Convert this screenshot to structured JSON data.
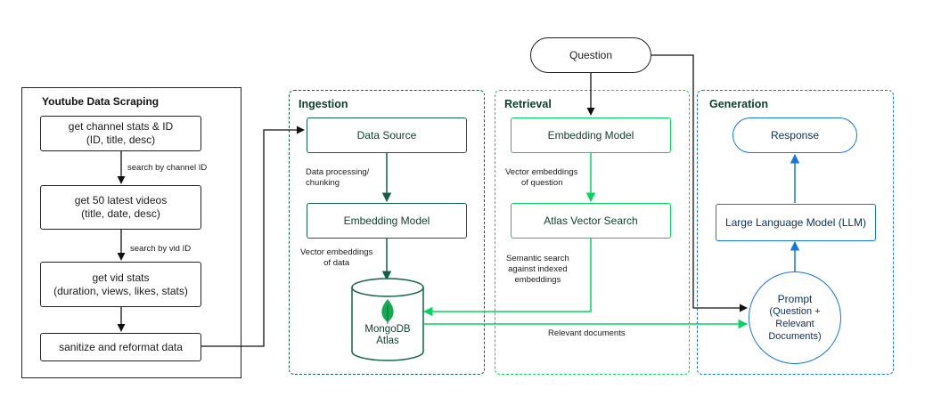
{
  "scraping": {
    "title": "Youtube Data Scraping",
    "step1_line1": "get channel stats & ID",
    "step1_line2": "(ID, title, desc)",
    "edge1": "search by channel ID",
    "step2_line1": "get 50 latest videos",
    "step2_line2": "(title, date, desc)",
    "edge2": "search by vid ID",
    "step3_line1": "get vid stats",
    "step3_line2": "(duration, views, likes, stats)",
    "step4": "sanitize and reformat data"
  },
  "ingestion": {
    "title": "Ingestion",
    "data_source": "Data Source",
    "edge1_line1": "Data processing/",
    "edge1_line2": "chunking",
    "embedding_model": "Embedding Model",
    "edge2_line1": "Vector embeddings",
    "edge2_line2": "of data",
    "db_line1": "MongoDB",
    "db_line2": "Atlas"
  },
  "retrieval": {
    "title": "Retrieval",
    "embedding_model": "Embedding Model",
    "edge1_line1": "Vector embeddings",
    "edge1_line2": "of question",
    "vector_search": "Atlas Vector Search",
    "edge2_line1": "Semantic search",
    "edge2_line2": "against indexed",
    "edge2_line3": "embeddings",
    "relevant_docs": "Relevant documents"
  },
  "generation": {
    "title": "Generation",
    "response": "Response",
    "llm": "Large Language Model (LLM)",
    "prompt_line1": "Prompt",
    "prompt_line2": "(Question +",
    "prompt_line3": "Relevant",
    "prompt_line4": "Documents)"
  },
  "question": "Question",
  "colors": {
    "dark_green": "#116149",
    "light_green": "#00d65e",
    "blue": "#1677d9",
    "black": "#222222",
    "mongo_leaf": "#13aa52"
  },
  "icons": {
    "database": "mongodb-leaf-icon"
  }
}
